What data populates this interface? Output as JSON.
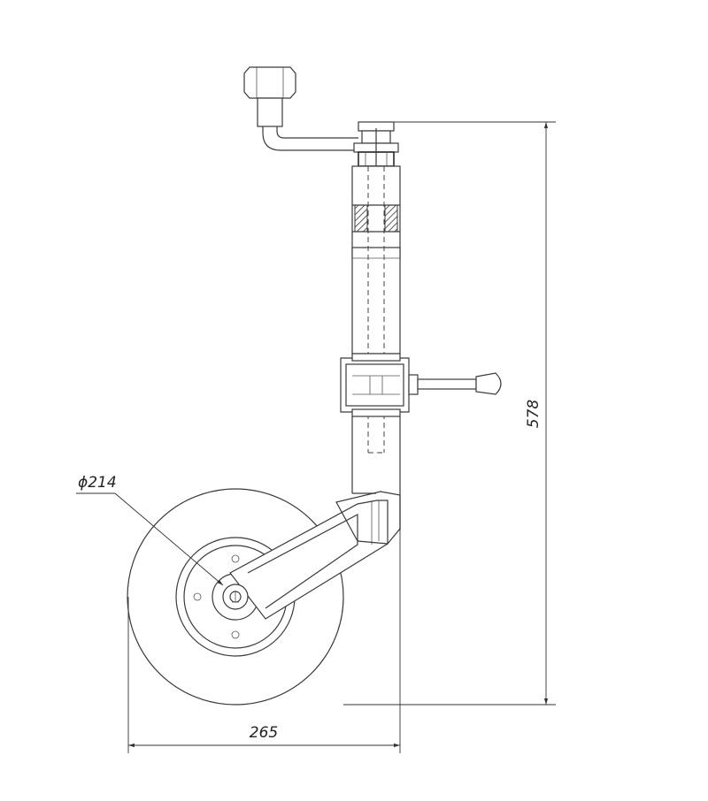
{
  "dimensions": {
    "wheel_diameter": "ϕ214",
    "width": "265",
    "height": "578"
  }
}
